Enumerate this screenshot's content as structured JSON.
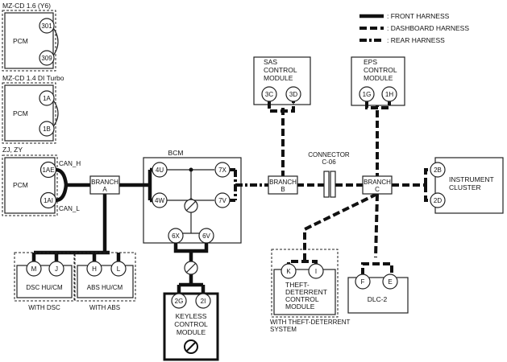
{
  "legend": {
    "front": ": FRONT HARNESS",
    "dashboard": ": DASHBOARD HARNESS",
    "rear": ": REAR HARNESS"
  },
  "pcm_groups": [
    {
      "title": "MZ-CD 1.6 (Y6)",
      "module": "PCM",
      "pins": [
        "301",
        "309"
      ]
    },
    {
      "title": "MZ-CD 1.4 DI Turbo",
      "module": "PCM",
      "pins": [
        "1A",
        "1B"
      ]
    },
    {
      "title": "ZJ, ZY",
      "module": "PCM",
      "pins": [
        "1AE",
        "1AI"
      ]
    }
  ],
  "can": {
    "high": "CAN_H",
    "low": "CAN_L"
  },
  "branch_a": [
    "BRANCH",
    "A"
  ],
  "branch_b": [
    "BRANCH",
    "B"
  ],
  "branch_c": [
    "BRANCH",
    "C"
  ],
  "bcm": {
    "title": "BCM",
    "pins": [
      "4U",
      "4W",
      "7X",
      "7V",
      "6X",
      "6V"
    ]
  },
  "connector": {
    "lines": [
      "CONNECTOR",
      "C-06"
    ]
  },
  "sas": {
    "lines": [
      "SAS",
      "CONTROL",
      "MODULE"
    ],
    "pins": [
      "3C",
      "3D"
    ]
  },
  "eps": {
    "lines": [
      "EPS",
      "CONTROL",
      "MODULE"
    ],
    "pins": [
      "1G",
      "1H"
    ]
  },
  "cluster": {
    "lines": [
      "INSTRUMENT",
      "CLUSTER"
    ],
    "pins": [
      "2B",
      "2D"
    ]
  },
  "dsc": {
    "label": "DSC HU/CM",
    "pins": [
      "M",
      "J"
    ],
    "note": "WITH DSC"
  },
  "abs": {
    "label": "ABS HU/CM",
    "pins": [
      "H",
      "L"
    ],
    "note": "WITH ABS"
  },
  "keyless": {
    "lines": [
      "KEYLESS",
      "CONTROL",
      "MODULE"
    ],
    "pins": [
      "2G",
      "2I"
    ]
  },
  "theft": {
    "lines": [
      "THEFT-",
      "DETERRENT",
      "CONTROL",
      "MODULE"
    ],
    "pins": [
      "K",
      "I"
    ],
    "note": [
      "WITH THEFT-DETERRENT",
      "SYSTEM"
    ]
  },
  "dlc": {
    "label": "DLC-2",
    "pins": [
      "F",
      "E"
    ]
  }
}
